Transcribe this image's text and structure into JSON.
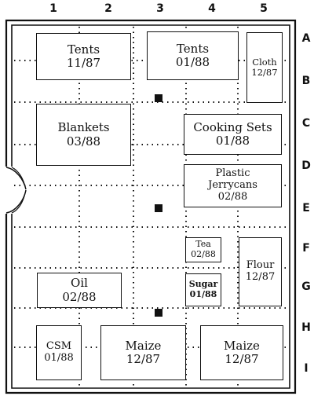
{
  "columns": [
    "1",
    "2",
    "3",
    "4",
    "5"
  ],
  "rows": [
    "A",
    "B",
    "C",
    "D",
    "E",
    "F",
    "G",
    "H",
    "I"
  ],
  "storage_areas": [
    {
      "id": "tents-1187",
      "lines": [
        "Tents",
        "11/87"
      ]
    },
    {
      "id": "tents-0188",
      "lines": [
        "Tents",
        "01/88"
      ]
    },
    {
      "id": "cloth",
      "lines": [
        "Cloth",
        "12/87"
      ]
    },
    {
      "id": "blankets",
      "lines": [
        "Blankets",
        "03/88"
      ]
    },
    {
      "id": "cooking-sets",
      "lines": [
        "Cooking Sets",
        "01/88"
      ]
    },
    {
      "id": "jerrycans",
      "lines": [
        "Plastic",
        "Jerrycans",
        "02/88"
      ]
    },
    {
      "id": "tea",
      "lines": [
        "Tea",
        "02/88"
      ]
    },
    {
      "id": "flour",
      "lines": [
        "Flour",
        "12/87"
      ]
    },
    {
      "id": "oil",
      "lines": [
        "Oil",
        "02/88"
      ]
    },
    {
      "id": "sugar",
      "lines": [
        "Sugar",
        "01/88"
      ]
    },
    {
      "id": "csm",
      "lines": [
        "CSM",
        "01/88"
      ]
    },
    {
      "id": "maize-mid",
      "lines": [
        "Maize",
        "12/87"
      ]
    },
    {
      "id": "maize-right",
      "lines": [
        "Maize",
        "12/87"
      ]
    }
  ],
  "colors": {
    "ink": "#111111",
    "background": "#ffffff"
  }
}
